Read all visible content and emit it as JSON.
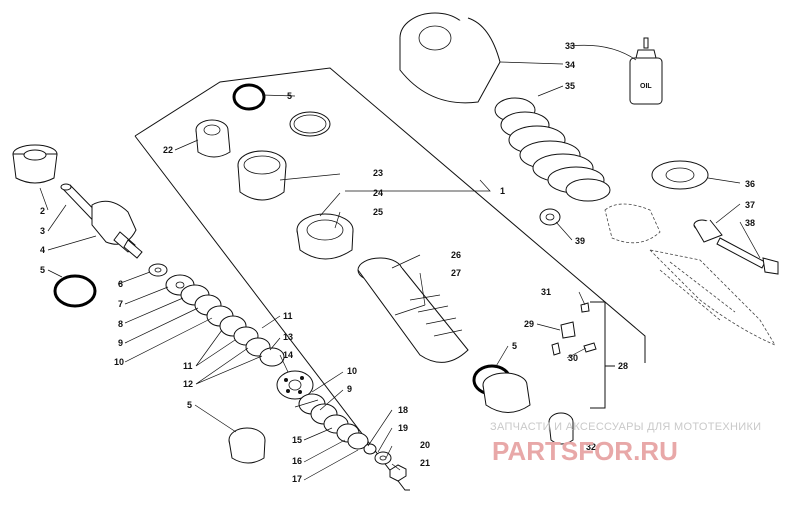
{
  "diagram": {
    "part_labels": {
      "p1": "1",
      "p2": "2",
      "p3": "3",
      "p4": "4",
      "p5a": "5",
      "p5b": "5",
      "p5c": "5",
      "p5d": "5",
      "p6": "6",
      "p7": "7",
      "p8": "8",
      "p9a": "9",
      "p9b": "9",
      "p10a": "10",
      "p10b": "10",
      "p11a": "11",
      "p11b": "11",
      "p12": "12",
      "p13": "13",
      "p14": "14",
      "p15": "15",
      "p16": "16",
      "p17": "17",
      "p18": "18",
      "p19": "19",
      "p20": "20",
      "p21": "21",
      "p22": "22",
      "p23": "23",
      "p24": "24",
      "p25": "25",
      "p26": "26",
      "p27": "27",
      "p28": "28",
      "p29": "29",
      "p30": "30",
      "p31": "31",
      "p32": "32",
      "p33": "33",
      "p34": "34",
      "p35": "35",
      "p36": "36",
      "p37": "37",
      "p38": "38",
      "p39": "39"
    },
    "oil_bottle_label": "OIL"
  },
  "watermark": {
    "tagline": "ЗАПЧАСТИ И АКСЕССУАРЫ ДЛЯ МОТОТЕХНИКИ",
    "logo": "PARTSFOR.RU",
    "logo_color": "#e8a8a8"
  }
}
